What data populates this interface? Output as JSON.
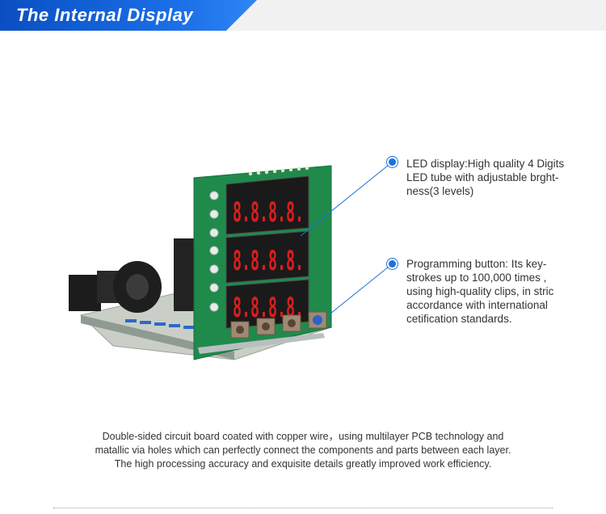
{
  "header": {
    "title": "The Internal Display"
  },
  "callouts": {
    "led": {
      "line1": "LED display:High quality 4 Digits",
      "line2": "LED tube with adjustable brght-",
      "line3": "ness(3 levels)"
    },
    "button": {
      "line1": "Programming button:  Its key-",
      "line2": "strokes up to 100,000 times ,",
      "line3": "using high-quality clips, in stric",
      "line4": "accordance with international",
      "line5": "cetification standards."
    }
  },
  "product": {
    "digits": [
      "8.8.8.8.",
      "8.8.8.8.",
      "8.8.8.8."
    ],
    "board_color": "#1f8a4c",
    "display_color": "#d91e1e"
  },
  "description": {
    "line1": "Double-sided circuit board coated with copper wire，using multilayer PCB technology and",
    "line2": "matallic via holes which can perfectly connect the components and parts between each layer.",
    "line3": "The high processing accuracy and exquisite details greatly improved work efficiency."
  },
  "colors": {
    "accent": "#1a73d9",
    "banner": "#1b6fe8"
  }
}
